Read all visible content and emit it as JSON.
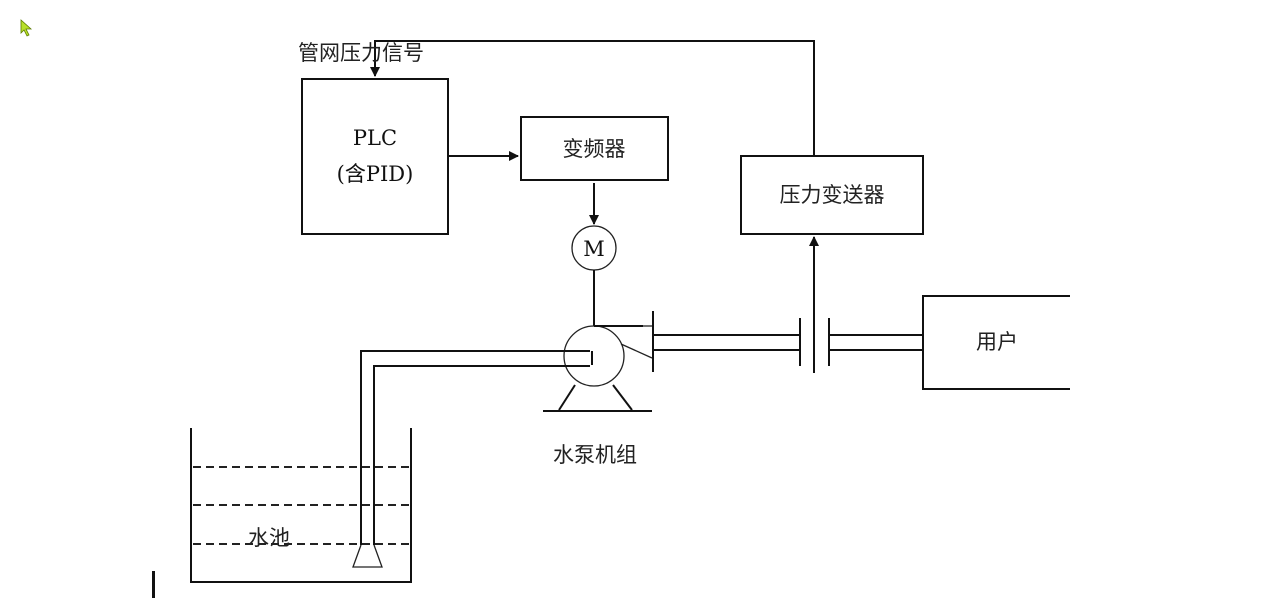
{
  "diagram": {
    "signal_label": "管网压力信号",
    "plc": {
      "line1": "PLC",
      "line2": "(含PID)"
    },
    "inverter": "变频器",
    "motor": "M",
    "pressure_transmitter": "压力变送器",
    "user": "用户",
    "pump_unit": "水泵机组",
    "pool": "水池"
  },
  "colors": {
    "line": "#111111",
    "background": "#ffffff",
    "cursor": "#b8e02a"
  }
}
